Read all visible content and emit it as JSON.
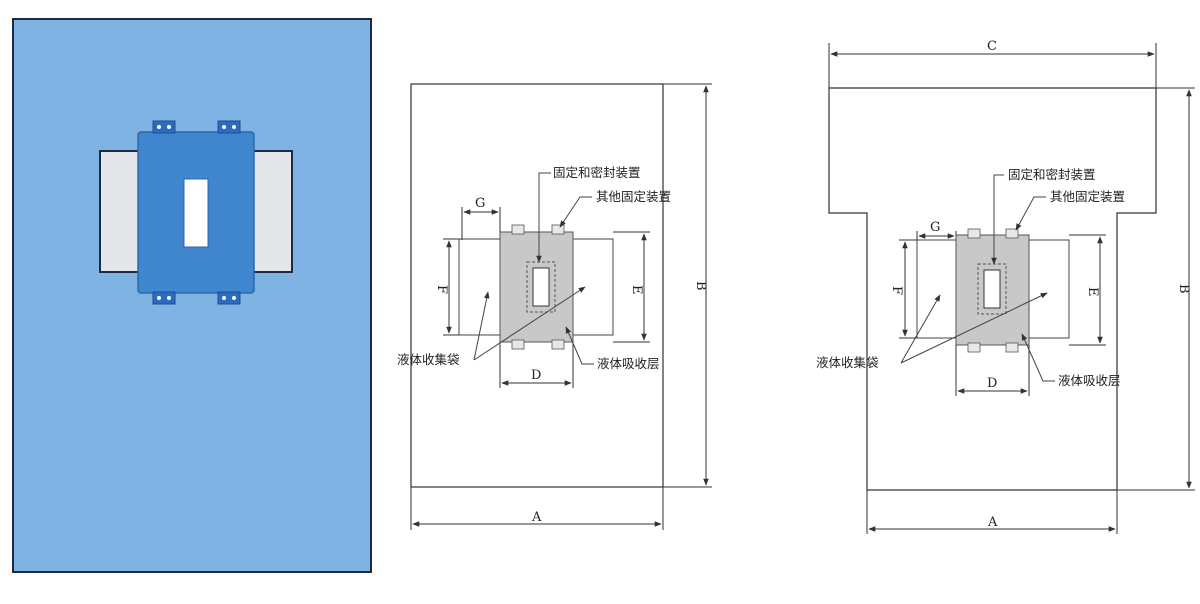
{
  "labels": {
    "A": "A",
    "B": "B",
    "C": "C",
    "D": "D",
    "E": "E",
    "F": "F",
    "G": "G"
  },
  "annotations": {
    "fix_seal": "固定和密封装置",
    "other_fix": "其他固定装置",
    "liquid_bag": "液体收集袋",
    "absorb_layer": "液体吸收层"
  },
  "colors": {
    "sheet_blue": "#7fb3e3",
    "sheet_border": "#1e2a44",
    "pad_blue": "#3f86cf",
    "bag_gray": "#e4e6ea",
    "absorb_gray": "#c8c8c8"
  }
}
